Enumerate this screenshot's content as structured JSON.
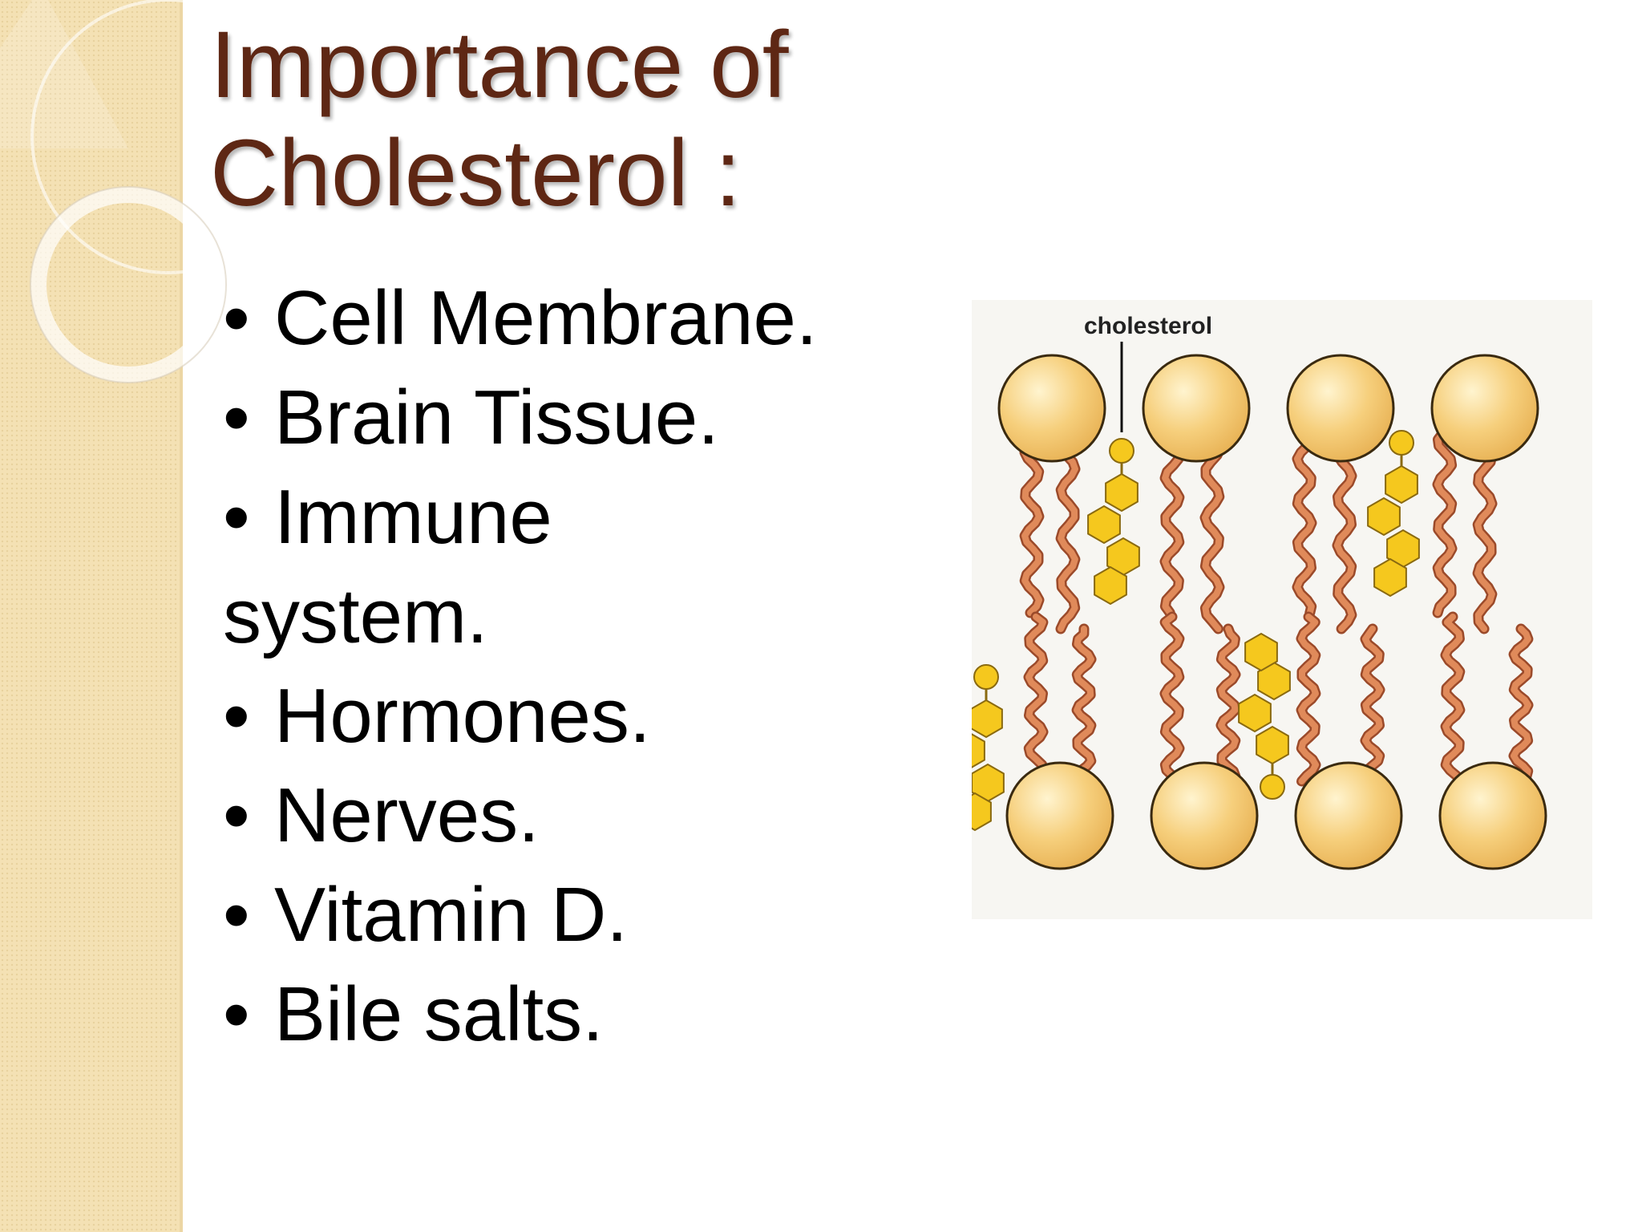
{
  "slide": {
    "title_lines": [
      "Importance of",
      "Cholesterol :"
    ],
    "bullet_symbol": "•",
    "bullets": [
      {
        "line1": "Cell Membrane.",
        "line2": ""
      },
      {
        "line1": "Brain Tissue.",
        "line2": ""
      },
      {
        "line1": "Immune",
        "line2": "system."
      },
      {
        "line1": "Hormones.",
        "line2": ""
      },
      {
        "line1": "Nerves.",
        "line2": ""
      },
      {
        "line1": "Vitamin D.",
        "line2": ""
      },
      {
        "line1": "Bile salts.",
        "line2": ""
      }
    ],
    "figure": {
      "label": "cholesterol",
      "head_color": "#f2c466",
      "tail_color": "#e08a5a",
      "ring_color": "#f5c81e"
    },
    "colors": {
      "title": "#5e2714",
      "sidebar": "#f4e1b4",
      "text": "#000000"
    }
  }
}
